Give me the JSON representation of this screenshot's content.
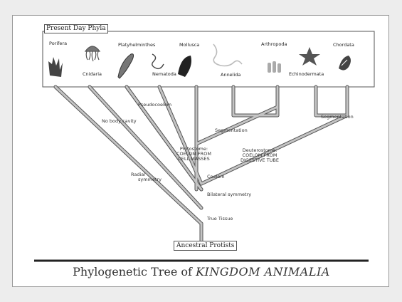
{
  "panel_title": "Present Day Phyla",
  "phyla": {
    "porifera": "Porifera",
    "cnidaria": "Cnidaria",
    "platyhelminthes": "Platyhelminthes",
    "nematoda": "Nematoda",
    "mollusca": "Mollusca",
    "annelida": "Annelida",
    "arthropoda": "Arthropoda",
    "echinodermata": "Echinodermata",
    "chordata": "Chordata"
  },
  "traits": {
    "pseudocoelom": "Pseudocoelom",
    "no_body_cavity": "No body cavity",
    "segmentation_left": "Segmentation",
    "segmentation_right": "Segmentation",
    "protostome": [
      "Protostome:",
      "COELOM FROM",
      "CELL MASSES"
    ],
    "deuterostome": [
      "Deuterostome:",
      "COELOM FROM",
      "DIGESTIVE TUBE"
    ],
    "coelom": "Coelom",
    "radial_symmetry": [
      "Radial",
      "symmetry"
    ],
    "bilateral_symmetry": "Bilateral symmetry",
    "true_tissue": "True Tissue"
  },
  "root_label": "Ancestral Protists",
  "title_plain": "Phylogenetic Tree of",
  "title_em": "KINGDOM ANIMALIA",
  "colors": {
    "branch": "#c4c4c4",
    "line": "#555555",
    "rule": "#222222"
  }
}
